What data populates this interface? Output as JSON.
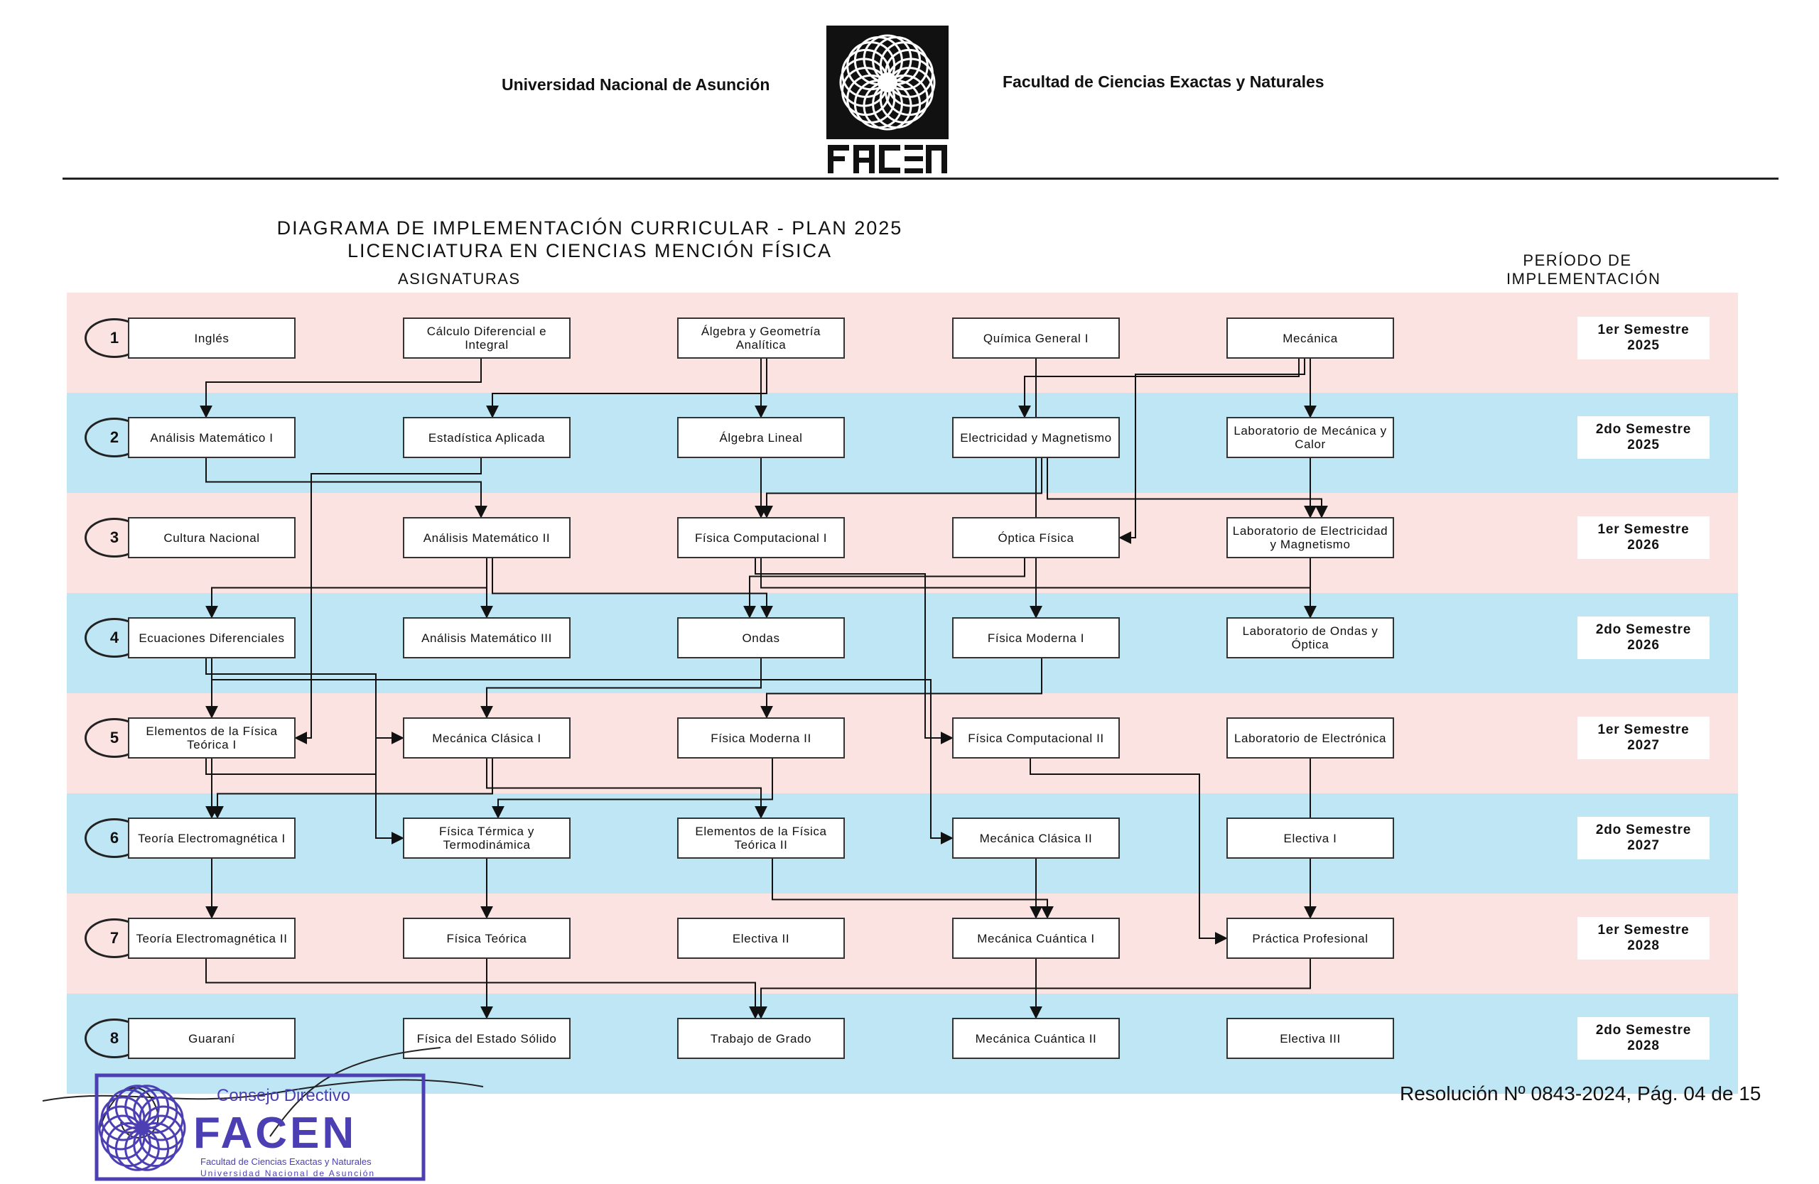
{
  "header": {
    "university": "Universidad Nacional de Asunción",
    "faculty": "Facultad de Ciencias Exactas y Naturales",
    "logo_icon": "facen-rosette-logo"
  },
  "title": {
    "line1": "DIAGRAMA DE IMPLEMENTACIÓN CURRICULAR - PLAN 2025",
    "line2": "LICENCIATURA EN CIENCIAS MENCIÓN FÍSICA"
  },
  "columns": {
    "subjects": "ASIGNATURAS",
    "period_line1": "PERÍODO DE",
    "period_line2": "IMPLEMENTACIÓN"
  },
  "colors": {
    "band_pink": "#fbe3e1",
    "band_blue": "#bfe6f5",
    "stamp_blue": "#4b3fb3"
  },
  "semesters": [
    {
      "num": "1",
      "line1": "1er Semestre",
      "line2": "2025"
    },
    {
      "num": "2",
      "line1": "2do Semestre",
      "line2": "2025"
    },
    {
      "num": "3",
      "line1": "1er Semestre",
      "line2": "2026"
    },
    {
      "num": "4",
      "line1": "2do Semestre",
      "line2": "2026"
    },
    {
      "num": "5",
      "line1": "1er Semestre",
      "line2": "2027"
    },
    {
      "num": "6",
      "line1": "2do Semestre",
      "line2": "2027"
    },
    {
      "num": "7",
      "line1": "1er Semestre",
      "line2": "2028"
    },
    {
      "num": "8",
      "line1": "2do Semestre",
      "line2": "2028"
    }
  ],
  "subjects": [
    [
      "Inglés",
      "Cálculo Diferencial e Integral",
      "Álgebra y Geometría Analítica",
      "Química General I",
      "Mecánica"
    ],
    [
      "Análisis Matemático I",
      "Estadística Aplicada",
      "Álgebra Lineal",
      "Electricidad y Magnetismo",
      "Laboratorio de Mecánica y Calor"
    ],
    [
      "Cultura Nacional",
      "Análisis Matemático II",
      "Física Computacional I",
      "Óptica Física",
      "Laboratorio de Electricidad y Magnetismo"
    ],
    [
      "Ecuaciones Diferenciales",
      "Análisis Matemático III",
      "Ondas",
      "Física Moderna I",
      "Laboratorio de Ondas y Óptica"
    ],
    [
      "Elementos de la Física Teórica I",
      "Mecánica Clásica I",
      "Física Moderna II",
      "Física Computacional II",
      "Laboratorio de Electrónica"
    ],
    [
      "Teoría Electromagnética I",
      "Física Térmica y Termodinámica",
      "Elementos de la Física Teórica II",
      "Mecánica Clásica II",
      "Electiva I"
    ],
    [
      "Teoría Electromagnética II",
      "Física Teórica",
      "Electiva II",
      "Mecánica Cuántica I",
      "Práctica Profesional"
    ],
    [
      "Guaraní",
      "Física del Estado Sólido",
      "Trabajo de Grado",
      "Mecánica Cuántica II",
      "Electiva III"
    ]
  ],
  "prerequisites": [
    {
      "from": "Cálculo Diferencial e Integral",
      "to": "Análisis Matemático I"
    },
    {
      "from": "Álgebra y Geometría Analítica",
      "to": "Álgebra Lineal"
    },
    {
      "from": "Álgebra y Geometría Analítica",
      "to": "Estadística Aplicada"
    },
    {
      "from": "Mecánica",
      "to": "Laboratorio de Mecánica y Calor"
    },
    {
      "from": "Mecánica",
      "to": "Electricidad y Magnetismo"
    },
    {
      "from": "Mecánica",
      "to": "Óptica Física"
    },
    {
      "from": "Análisis Matemático I",
      "to": "Análisis Matemático II"
    },
    {
      "from": "Álgebra Lineal",
      "to": "Física Computacional I"
    },
    {
      "from": "Electricidad y Magnetismo",
      "to": "Física Computacional I"
    },
    {
      "from": "Electricidad y Magnetismo",
      "to": "Laboratorio de Electricidad y Magnetismo"
    },
    {
      "from": "Laboratorio de Mecánica y Calor",
      "to": "Laboratorio de Electricidad y Magnetismo"
    },
    {
      "from": "Análisis Matemático II",
      "to": "Análisis Matemático III"
    },
    {
      "from": "Análisis Matemático II",
      "to": "Ecuaciones Diferenciales"
    },
    {
      "from": "Análisis Matemático II",
      "to": "Ondas"
    },
    {
      "from": "Óptica Física",
      "to": "Física Moderna I"
    },
    {
      "from": "Óptica Física",
      "to": "Ondas"
    },
    {
      "from": "Química General I",
      "to": "Física Moderna I"
    },
    {
      "from": "Laboratorio de Electricidad y Magnetismo",
      "to": "Laboratorio de Ondas y Óptica"
    },
    {
      "from": "Física Computacional I",
      "to": "Laboratorio de Ondas y Óptica"
    },
    {
      "from": "Estadística Aplicada",
      "to": "Elementos de la Física Teórica I"
    },
    {
      "from": "Ecuaciones Diferenciales",
      "to": "Elementos de la Física Teórica I"
    },
    {
      "from": "Elementos de la Física Teórica I",
      "to": "Mecánica Clásica I"
    },
    {
      "from": "Ondas",
      "to": "Mecánica Clásica I"
    },
    {
      "from": "Física Moderna I",
      "to": "Física Moderna II"
    },
    {
      "from": "Física Computacional I",
      "to": "Física Computacional II"
    },
    {
      "from": "Elementos de la Física Teórica I",
      "to": "Teoría Electromagnética I"
    },
    {
      "from": "Ecuaciones Diferenciales",
      "to": "Física Térmica y Termodinámica"
    },
    {
      "from": "Mecánica Clásica I",
      "to": "Elementos de la Física Teórica II"
    },
    {
      "from": "Mecánica Clásica I",
      "to": "Teoría Electromagnética I"
    },
    {
      "from": "Física Moderna II",
      "to": "Física Térmica y Termodinámica"
    },
    {
      "from": "Ecuaciones Diferenciales",
      "to": "Mecánica Clásica II"
    },
    {
      "from": "Teoría Electromagnética I",
      "to": "Teoría Electromagnética II"
    },
    {
      "from": "Física Térmica y Termodinámica",
      "to": "Física Teórica"
    },
    {
      "from": "Mecánica Clásica II",
      "to": "Mecánica Cuántica I"
    },
    {
      "from": "Elementos de la Física Teórica II",
      "to": "Mecánica Cuántica I"
    },
    {
      "from": "Física Computacional II",
      "to": "Práctica Profesional"
    },
    {
      "from": "Laboratorio de Electrónica",
      "to": "Práctica Profesional"
    },
    {
      "from": "Teoría Electromagnética II",
      "to": "Trabajo de Grado"
    },
    {
      "from": "Práctica Profesional",
      "to": "Trabajo de Grado"
    },
    {
      "from": "Física Teórica",
      "to": "Física del Estado Sólido"
    },
    {
      "from": "Mecánica Cuántica I",
      "to": "Mecánica Cuántica II"
    }
  ],
  "footer": {
    "resolution": "Resolución Nº 0843-2024, Pág. 04 de 15"
  },
  "stamp": {
    "line1": "Consejo Directivo",
    "brand": "FACEN",
    "line2": "Facultad de Ciencias Exactas y Naturales",
    "line3": "Universidad Nacional de Asunción",
    "icon": "seal-stamp-icon"
  }
}
